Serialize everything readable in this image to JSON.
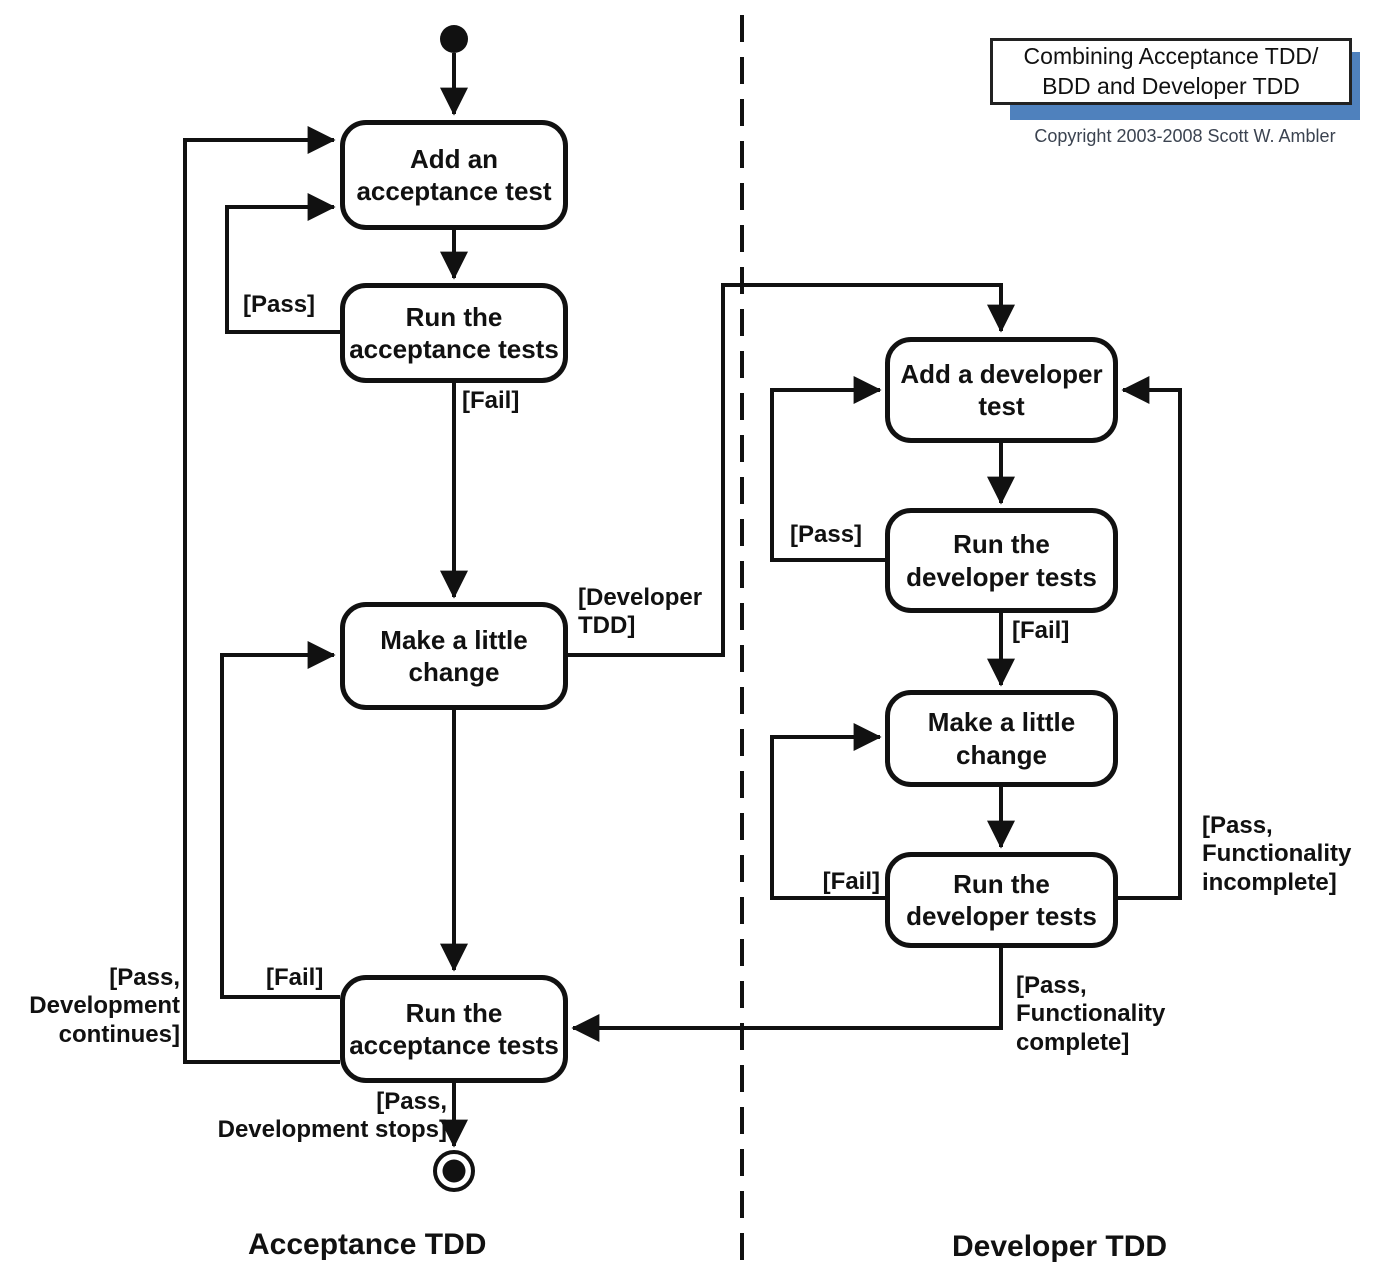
{
  "header": {
    "title": "Combining Acceptance TDD/\nBDD and Developer TDD",
    "copyright": "Copyright 2003-2008 Scott W. Ambler"
  },
  "lanes": {
    "left_label": "Acceptance TDD",
    "right_label": "Developer TDD"
  },
  "nodes": {
    "add_acceptance_test": {
      "label": "Add an\nacceptance test"
    },
    "run_acceptance_tests_top": {
      "label": "Run the\nacceptance tests"
    },
    "make_little_change_left": {
      "label": "Make a little\nchange"
    },
    "run_acceptance_tests_bottom": {
      "label": "Run the\nacceptance tests"
    },
    "add_developer_test": {
      "label": "Add a developer\ntest"
    },
    "run_developer_tests_top": {
      "label": "Run the\ndeveloper tests"
    },
    "make_little_change_right": {
      "label": "Make a little\nchange"
    },
    "run_developer_tests_bottom": {
      "label": "Run the\ndeveloper tests"
    }
  },
  "guards": {
    "pass_acceptance": "[Pass]",
    "fail_acceptance": "[Fail]",
    "developer_tdd": "[Developer\nTDD]",
    "pass_developer": "[Pass]",
    "fail_developer": "[Fail]",
    "fail_developer_bottom": "[Fail]",
    "pass_functionality_incomplete": "[Pass,\nFunctionality\nincomplete]",
    "pass_functionality_complete": "[Pass,\nFunctionality\ncomplete]",
    "fail_acceptance_bottom": "[Fail]",
    "pass_development_continues": "[Pass,\nDevelopment\ncontinues]",
    "pass_development_stops": "[Pass,\nDevelopment stops]"
  },
  "colors": {
    "accent_blue": "#4f81bd",
    "line_black": "#111111",
    "copyright_text": "#3b4350"
  }
}
